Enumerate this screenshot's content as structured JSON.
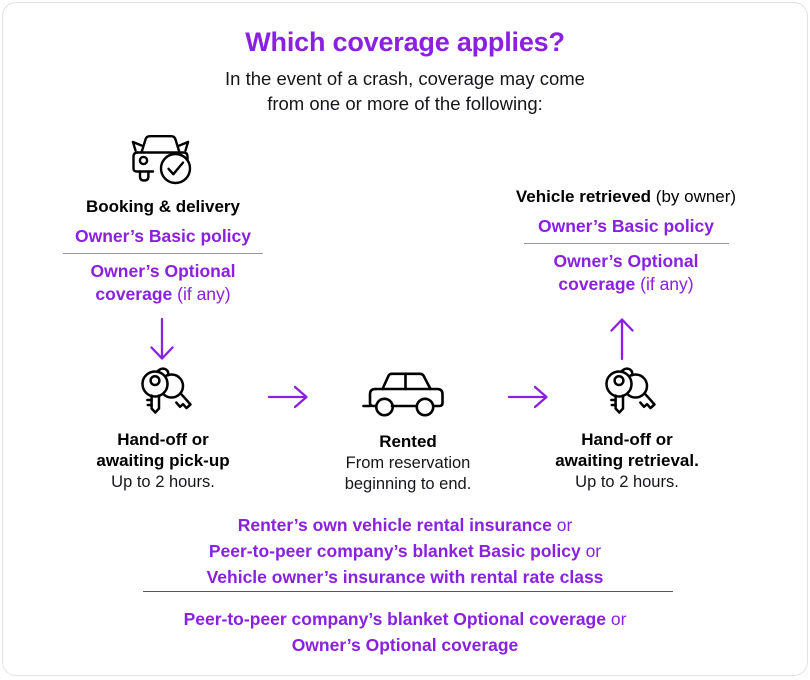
{
  "header": {
    "title": "Which coverage applies?",
    "subtitle_line1": "In the event of a crash, coverage may come",
    "subtitle_line2": "from one or more of the following:"
  },
  "colors": {
    "purple": "#8a20e0",
    "black": "#000000",
    "rule_gray": "#9a9a9e",
    "border": "#e2e2e4"
  },
  "stages": {
    "booking": {
      "icon": "car-check-icon",
      "label": "Booking & delivery",
      "label_suffix": "",
      "basic_policy": "Owner’s Basic policy",
      "optional_policy": "Owner’s Optional",
      "optional_policy_line2": "coverage",
      "optional_policy_note": "(if any)"
    },
    "retrieved": {
      "label": "Vehicle retrieved",
      "label_suffix": "(by owner)",
      "basic_policy": "Owner’s Basic policy",
      "optional_policy": "Owner’s Optional",
      "optional_policy_line2": "coverage",
      "optional_policy_note": "(if any)"
    },
    "handoff_left": {
      "icon": "keys-icon",
      "title_line1": "Hand-off or",
      "title_line2": "awaiting pick-up",
      "subtitle": "Up to 2 hours."
    },
    "rented": {
      "icon": "car-side-icon",
      "title": "Rented",
      "subtitle_line1": "From reservation",
      "subtitle_line2": "beginning to end."
    },
    "handoff_right": {
      "icon": "keys-icon",
      "title_line1": "Hand-off or",
      "title_line2": "awaiting retrieval.",
      "subtitle": "Up to 2 hours."
    }
  },
  "arrows": {
    "down": "arrow-down-icon",
    "up": "arrow-up-icon",
    "right_1": "arrow-right-icon",
    "right_2": "arrow-right-icon"
  },
  "footer": {
    "primary": [
      {
        "bold": "Renter’s own vehicle rental insurance",
        "tail": " or"
      },
      {
        "bold": "Peer-to-peer company’s blanket Basic policy",
        "tail": " or"
      },
      {
        "bold": "Vehicle owner’s insurance with rental rate class",
        "tail": ""
      }
    ],
    "secondary": [
      {
        "bold": "Peer-to-peer company’s blanket Optional coverage",
        "tail": " or"
      },
      {
        "bold": "Owner’s Optional coverage",
        "tail": ""
      }
    ]
  }
}
